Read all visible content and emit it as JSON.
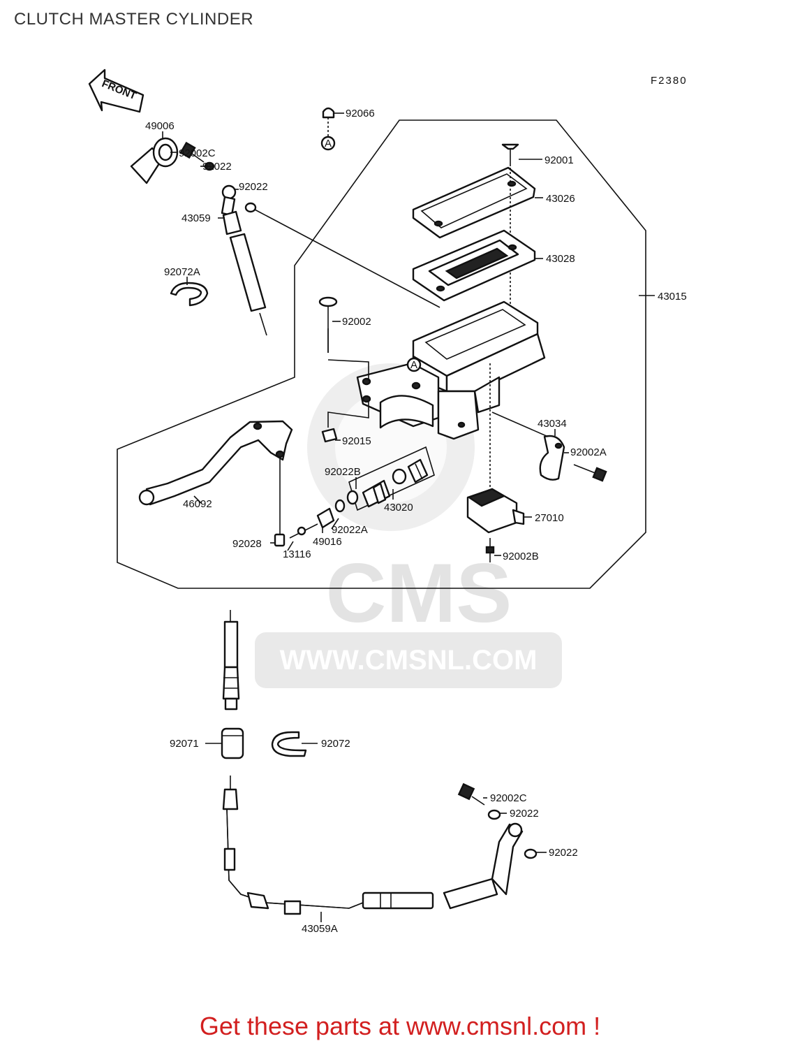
{
  "title": "CLUTCH MASTER CYLINDER",
  "figure_code": "F2380",
  "front_marker": "FRONT",
  "ref_marker": "A",
  "watermark": {
    "brand": "CMS",
    "url": "WWW.CMSNL.COM"
  },
  "promo": {
    "text": "Get these parts at www.cmsnl.com !"
  },
  "colors": {
    "promo": "#d21f1f",
    "watermark": "#e3e3e3",
    "line": "#111111"
  },
  "parts": [
    {
      "id": "92066",
      "label": "92066"
    },
    {
      "id": "49006",
      "label": "49006"
    },
    {
      "id": "92002C-a",
      "label": "92002C"
    },
    {
      "id": "92022-a",
      "label": "92022"
    },
    {
      "id": "92022-b",
      "label": "92022"
    },
    {
      "id": "43059",
      "label": "43059"
    },
    {
      "id": "92072A",
      "label": "92072A"
    },
    {
      "id": "92001",
      "label": "92001"
    },
    {
      "id": "43026",
      "label": "43026"
    },
    {
      "id": "43028",
      "label": "43028"
    },
    {
      "id": "43015",
      "label": "43015"
    },
    {
      "id": "92002",
      "label": "92002"
    },
    {
      "id": "43034",
      "label": "43034"
    },
    {
      "id": "92002A",
      "label": "92002A"
    },
    {
      "id": "92015",
      "label": "92015"
    },
    {
      "id": "92022B",
      "label": "92022B"
    },
    {
      "id": "43020",
      "label": "43020"
    },
    {
      "id": "27010",
      "label": "27010"
    },
    {
      "id": "46092",
      "label": "46092"
    },
    {
      "id": "92022A",
      "label": "92022A"
    },
    {
      "id": "49016",
      "label": "49016"
    },
    {
      "id": "92028",
      "label": "92028"
    },
    {
      "id": "13116",
      "label": "13116"
    },
    {
      "id": "92002B",
      "label": "92002B"
    },
    {
      "id": "92071",
      "label": "92071"
    },
    {
      "id": "92072",
      "label": "92072"
    },
    {
      "id": "92002C-b",
      "label": "92002C"
    },
    {
      "id": "92022-c",
      "label": "92022"
    },
    {
      "id": "92022-d",
      "label": "92022"
    },
    {
      "id": "43059A",
      "label": "43059A"
    }
  ]
}
